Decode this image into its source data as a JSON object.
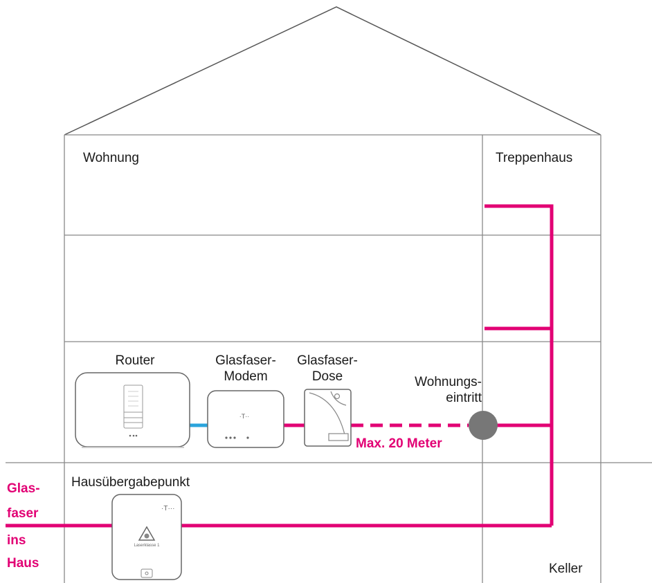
{
  "labels": {
    "wohnung": "Wohnung",
    "treppenhaus": "Treppenhaus",
    "router": "Router",
    "modem_line1": "Glasfaser-",
    "modem_line2": "Modem",
    "dose_line1": "Glasfaser-",
    "dose_line2": "Dose",
    "eintritt_line1": "Wohnungs-",
    "eintritt_line2": "eintritt",
    "max_distance": "Max. 20 Meter",
    "huep": "Hausübergabepunkt",
    "keller": "Keller",
    "glasfaser_line1": "Glas-",
    "glasfaser_line2": "faser",
    "glasfaser_line3": "ins",
    "glasfaser_line4": "Haus"
  },
  "devices": {
    "modem_brand": "·T··",
    "huep_brand": "·T···",
    "laser_label": "Laserklasse 1"
  },
  "colors": {
    "fiber": "#e20074",
    "ethernet": "#2aa4dc",
    "walls": "#8a8a8a",
    "roof": "#555555",
    "entry_point": "#777777"
  }
}
